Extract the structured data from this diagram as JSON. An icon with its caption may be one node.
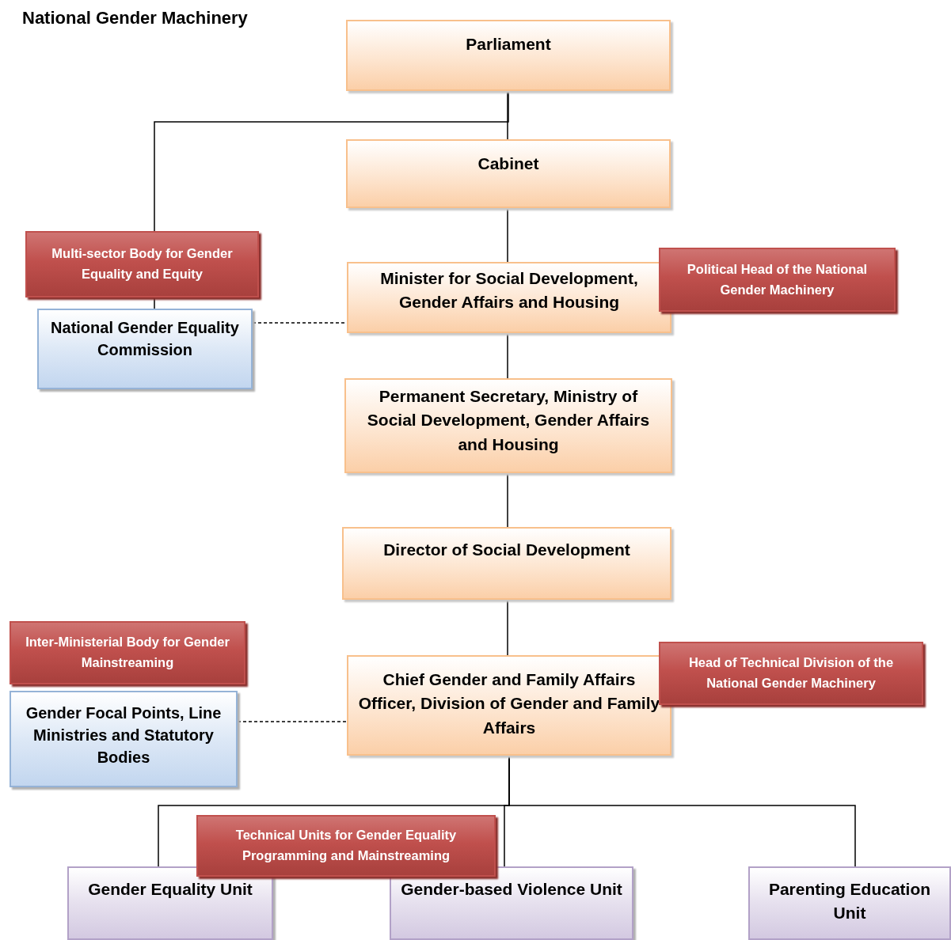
{
  "diagram": {
    "title": "National Gender Machinery",
    "nodes": [
      {
        "text": [
          "Parliament"
        ]
      },
      {
        "text": [
          "Cabinet"
        ]
      },
      {
        "text": [
          "Multi-sector Body for Gender Equality and Equity"
        ]
      },
      {
        "text": [
          "National Gender Equality Commission"
        ]
      },
      {
        "text": [
          "Minister for Social Development, Gender Affairs and Housing"
        ]
      },
      {
        "text": [
          "Political Head of the National Gender Machinery"
        ]
      },
      {
        "text": [
          "Permanent Secretary, Ministry of Social Development, Gender Affairs and Housing"
        ]
      },
      {
        "text": [
          "Director of Social Development"
        ]
      },
      {
        "text": [
          "Inter-Ministerial Body for Gender Mainstreaming"
        ]
      },
      {
        "text": [
          "Gender Focal Points, Line Ministries and Statutory Bodies"
        ]
      },
      {
        "text": [
          "Chief Gender and Family Affairs Officer, Division of Gender and Family Affairs"
        ]
      },
      {
        "text": [
          "Head of Technical Division of the National Gender Machinery"
        ]
      },
      {
        "text": [
          "Technical Units for Gender Equality Programming and Mainstreaming"
        ]
      },
      {
        "text": [
          "Gender Equality Unit"
        ]
      },
      {
        "text": [
          "Gender-based Violence Unit"
        ]
      },
      {
        "text": [
          "Parenting Education Unit"
        ]
      }
    ],
    "edges": [
      {
        "from": 0,
        "to": 1,
        "arrow": "none"
      },
      {
        "from": 0,
        "to": 2,
        "arrow": "none"
      },
      {
        "from": 2,
        "to": 3,
        "arrow": "none"
      },
      {
        "from": 1,
        "to": 4,
        "arrow": "none"
      },
      {
        "from": 3,
        "to": 4,
        "arrow": "none",
        "style": "dashed"
      },
      {
        "from": 4,
        "to": 6,
        "arrow": "none"
      },
      {
        "from": 6,
        "to": 7,
        "arrow": "none"
      },
      {
        "from": 7,
        "to": 10,
        "arrow": "none"
      },
      {
        "from": 9,
        "to": 10,
        "arrow": "none",
        "style": "dashed"
      },
      {
        "from": 10,
        "to": 13,
        "arrow": "none"
      },
      {
        "from": 10,
        "to": 14,
        "arrow": "none"
      },
      {
        "from": 10,
        "to": 15,
        "arrow": "none"
      }
    ]
  }
}
